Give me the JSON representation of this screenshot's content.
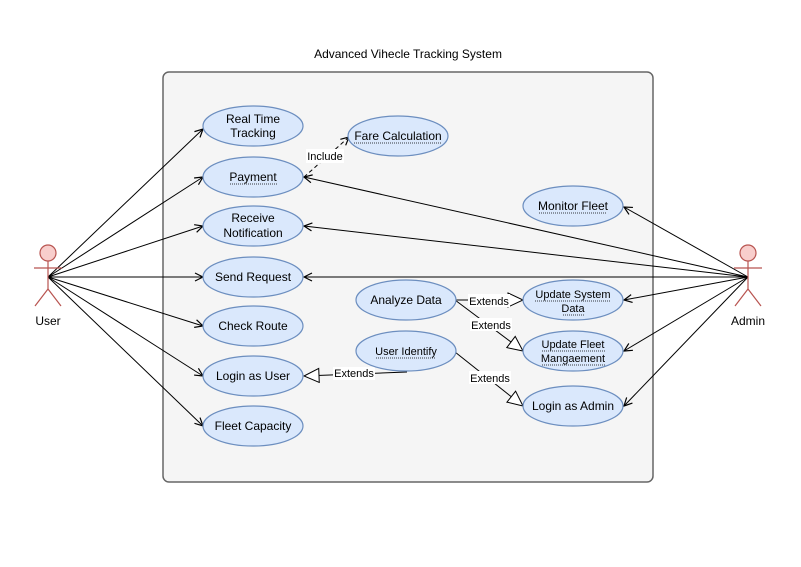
{
  "system": {
    "title": "Advanced Vihecle Tracking System"
  },
  "actors": {
    "user": "User",
    "admin": "Admin"
  },
  "use_cases": {
    "real_time_tracking": [
      "Real Time",
      "Tracking"
    ],
    "payment": [
      "Payment"
    ],
    "receive_notification": [
      "Receive",
      "Notification"
    ],
    "send_request": [
      "Send Request"
    ],
    "check_route": [
      "Check Route"
    ],
    "login_as_user": [
      "Login as User"
    ],
    "fleet_capacity": [
      "Fleet Capacity"
    ],
    "fare_calculation": [
      "Fare Calculation"
    ],
    "monitor_fleet": [
      "Monitor Fleet"
    ],
    "analyze_data": [
      "Analyze Data"
    ],
    "user_identify": [
      "User Identify"
    ],
    "update_system_data": [
      "Update System",
      "Data"
    ],
    "update_fleet_management": [
      "Update Fleet",
      "Mangaement"
    ],
    "login_as_admin": [
      "Login as Admin"
    ]
  },
  "relations": {
    "include": "Include",
    "extends_analyze_system": "Extends",
    "extends_analyze_fleet": "Extends",
    "extends_identify_user": "Extends",
    "extends_identify_admin": "Extends"
  }
}
